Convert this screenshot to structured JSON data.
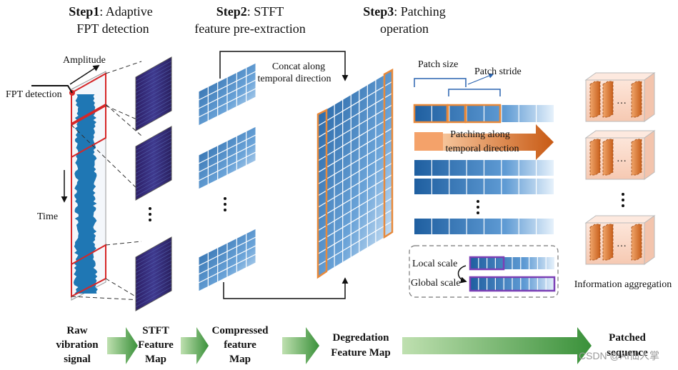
{
  "steps": [
    {
      "bold": "Step1",
      "sep": ":",
      "line1": " Adaptive",
      "line2": "FPT detection"
    },
    {
      "bold": "Step2",
      "sep": ":",
      "line1": " STFT",
      "line2": "feature pre-extraction"
    },
    {
      "bold": "Step3",
      "sep": ":",
      "line1": " Patching",
      "line2": "operation"
    }
  ],
  "labels": {
    "amplitude": "Amplitude",
    "fpt_detection": "FPT detection",
    "time": "Time",
    "concat_line1": "Concat along",
    "concat_line2": "temporal direction",
    "patch_size": "Patch size",
    "patch_stride": "Patch stride",
    "patching_line1": "Patching along",
    "patching_line2": "temporal direction",
    "local_scale": "Local scale",
    "global_scale": "Global scale",
    "info_aggregation": "Information aggregation",
    "ellipsis": "…"
  },
  "flow": [
    {
      "lines": [
        "Raw",
        "vibration",
        "signal"
      ]
    },
    {
      "lines": [
        "STFT",
        "Feature",
        "Map"
      ]
    },
    {
      "lines": [
        "Compressed",
        "feature",
        "Map"
      ]
    },
    {
      "lines": [
        "Degredation",
        "Feature Map"
      ]
    },
    {
      "lines": [
        "Patched",
        "sequence"
      ]
    }
  ],
  "watermark": "CSDN @AI仙人掌",
  "colors": {
    "signal_blue": "#1f77b4",
    "red_box": "#d62728",
    "orange": "#e8893a",
    "purple": "#7b3fb5",
    "spectro": "#3b2a7a",
    "arrow_green": "#3f9a3f"
  }
}
